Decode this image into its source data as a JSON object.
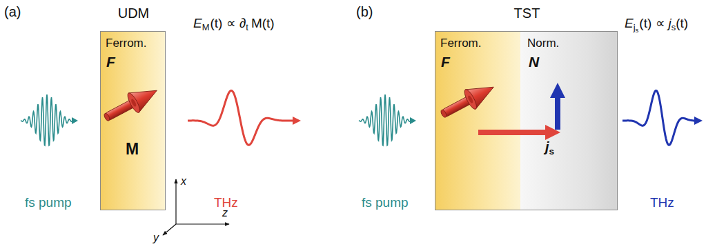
{
  "diagram": {
    "nodes": [
      {
        "text": [
          "UDM",
          "Ferrom.",
          "F",
          "M"
        ]
      },
      {
        "text": [
          "TST"
        ]
      },
      {
        "text": [
          "Ferrom.",
          "F"
        ],
        "in": 1
      },
      {
        "text": [
          "Norm.",
          "N"
        ],
        "in": 1
      }
    ],
    "labels": [
      "(a)",
      "fs pump",
      "E",
      "M",
      "(t) ∝ ∂",
      "t",
      "M(t)",
      "THz",
      "x",
      "z",
      "y",
      "(b)",
      "fs pump",
      "E",
      "j",
      "s",
      "(t) ∝",
      "j",
      "s",
      "(t)",
      "j",
      "s",
      "THz"
    ]
  }
}
